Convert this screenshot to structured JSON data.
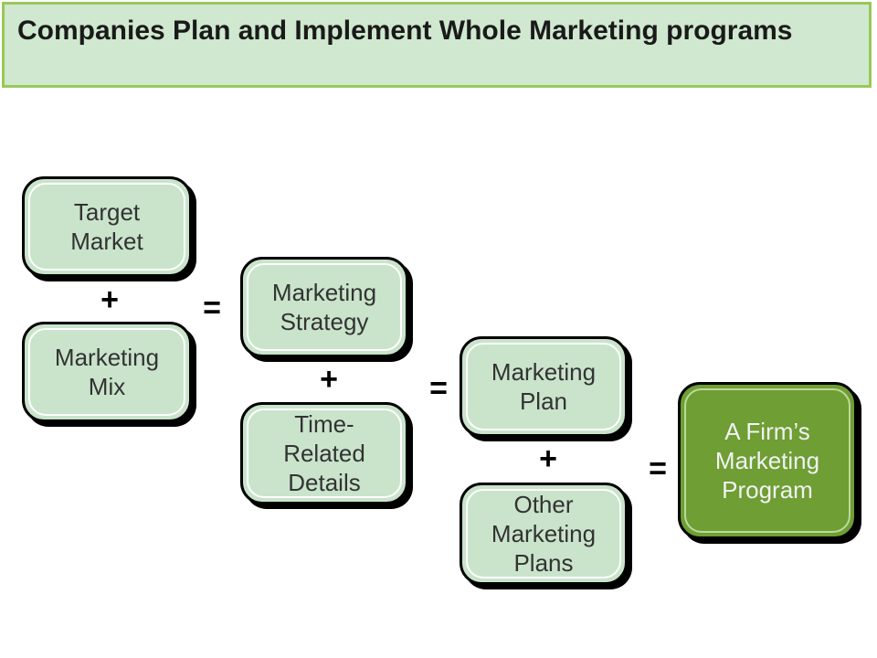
{
  "title": "Companies Plan and Implement Whole Marketing programs",
  "boxes": {
    "target_market": "Target\nMarket",
    "marketing_mix": "Marketing\nMix",
    "marketing_strategy": "Marketing\nStrategy",
    "time_related_details": "Time-\nRelated\nDetails",
    "marketing_plan": "Marketing\nPlan",
    "other_marketing_plans": "Other\nMarketing\nPlans",
    "firm_marketing_program": "A Firm’s\nMarketing\nProgram"
  },
  "operators": {
    "plus": "+",
    "equals": "="
  },
  "colors": {
    "title_background": "#cfe8cf",
    "title_border": "#98c85a",
    "box_fill": "#c9e4cb",
    "result_box_fill": "#6e9e34"
  }
}
